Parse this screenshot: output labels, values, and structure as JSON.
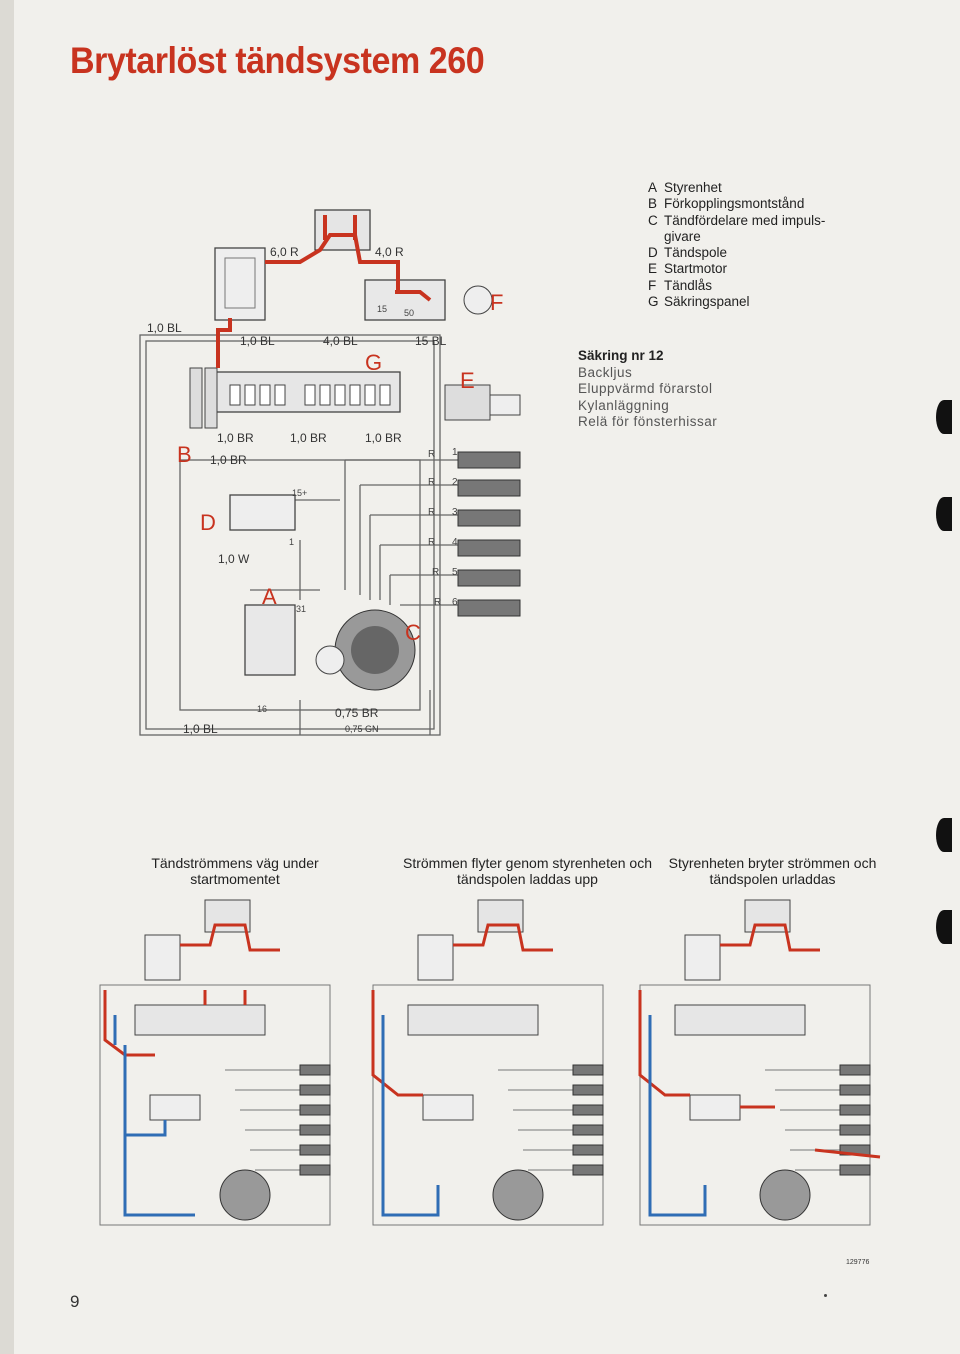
{
  "title": "Brytarlöst tändsystem 260",
  "legend": [
    {
      "key": "A",
      "text": "Styrenhet"
    },
    {
      "key": "B",
      "text": "Förkopplingsmontstånd"
    },
    {
      "key": "C",
      "text": "Tändfördelare med impuls-"
    },
    {
      "key": "",
      "text": "givare"
    },
    {
      "key": "D",
      "text": "Tändspole"
    },
    {
      "key": "E",
      "text": "Startmotor"
    },
    {
      "key": "F",
      "text": "Tändlås"
    },
    {
      "key": "G",
      "text": "Säkringspanel"
    }
  ],
  "fuse": {
    "heading": "Säkring nr 12",
    "items": [
      "Backljus",
      "Eluppvärmd förarstol",
      "Kylanläggning",
      "Relä för fönsterhissar"
    ]
  },
  "diagram": {
    "component_letters": {
      "A": "A",
      "B": "B",
      "C": "C",
      "D": "D",
      "E": "E",
      "F": "F",
      "G": "G"
    },
    "wire_labels": {
      "w1": "6,0 R",
      "w2": "4,0 R",
      "w3": "1,0 BL",
      "w4": "1,0 BL",
      "w5": "4,0 BL",
      "w6": "15 BL",
      "w7": "1,0 BR",
      "w8": "1,0 BR",
      "w9": "1,0 BR",
      "w10": "1,0 BR",
      "w11": "1,0 W",
      "w12": "1,0 BL",
      "w13": "0,75 BR",
      "w14": "0,75 GN"
    },
    "terminal_labels": {
      "t15": "15",
      "t50": "50",
      "t16": "16",
      "t31": "31",
      "t1": "1",
      "t15p": "15+"
    },
    "plug_labels": [
      "1",
      "2",
      "3",
      "4",
      "5",
      "6"
    ],
    "resistor_label": "R"
  },
  "captions": [
    "Tändströmmens väg under startmomentet",
    "Strömmen flyter genom styrenheten och tändspolen laddas upp",
    "Styrenheten bryter strömmen och tändspolen urladdas"
  ],
  "page_number": "9",
  "reference": "129776",
  "colors": {
    "title": "#c8331f",
    "red_wire": "#c8331f",
    "blue_wire": "#2f6db5",
    "line": "#555555"
  }
}
